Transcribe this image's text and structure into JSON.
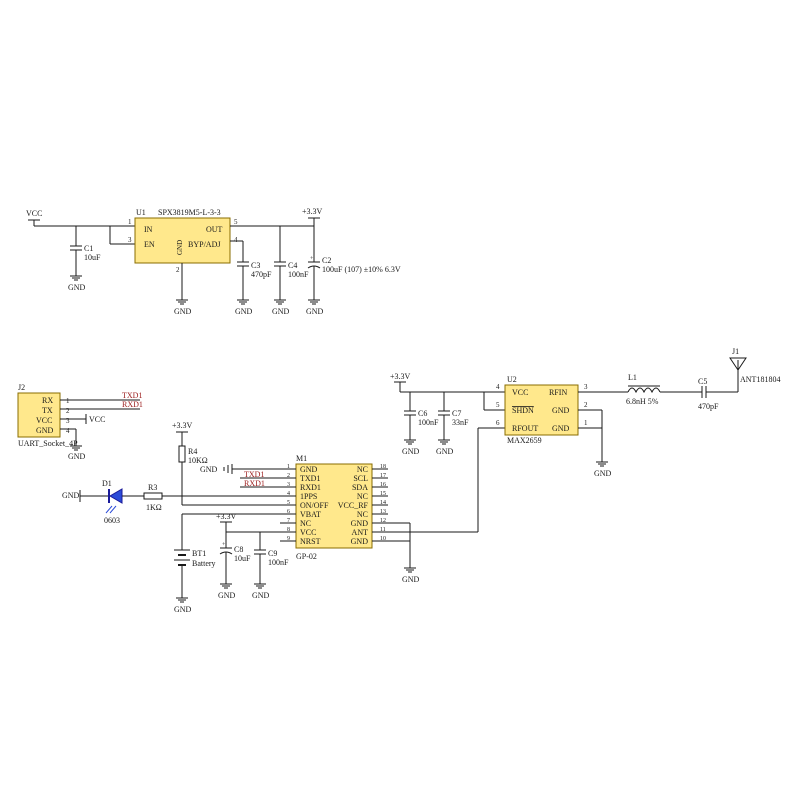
{
  "power": {
    "vcc": "VCC",
    "v33": "+3.3V",
    "gnd": "GND"
  },
  "u1": {
    "ref": "U1",
    "part": "SPX3819M5-L-3-3",
    "pins": {
      "in": "IN",
      "en": "EN",
      "out": "OUT",
      "byp": "BYP/ADJ",
      "gnd": "GND"
    },
    "nums": {
      "in": "1",
      "en": "3",
      "out": "5",
      "byp": "4",
      "gnd": "2"
    }
  },
  "c1": {
    "ref": "C1",
    "val": "10uF"
  },
  "c3": {
    "ref": "C3",
    "val": "470pF"
  },
  "c4": {
    "ref": "C4",
    "val": "100nF"
  },
  "c2": {
    "ref": "C2",
    "val": "100uF (107) ±10% 6.3V"
  },
  "j2": {
    "ref": "J2",
    "name": "UART_Socket_4P",
    "pins": [
      "RX",
      "TX",
      "VCC",
      "GND"
    ],
    "nums": [
      "1",
      "2",
      "3",
      "4"
    ],
    "nets": {
      "txd1": "TXD1",
      "rxd1": "RXD1",
      "vcc": "VCC",
      "gnd": "GND"
    }
  },
  "r4": {
    "ref": "R4",
    "val": "10KΩ"
  },
  "d1": {
    "ref": "D1",
    "val": "0603"
  },
  "r3": {
    "ref": "R3",
    "val": "1KΩ"
  },
  "bt1": {
    "ref": "BT1",
    "val": "Battery"
  },
  "c8": {
    "ref": "C8",
    "val": "10uF"
  },
  "c9": {
    "ref": "C9",
    "val": "100nF"
  },
  "m1": {
    "ref": "M1",
    "name": "GP-02",
    "left_pins": [
      "GND",
      "TXD1",
      "RXD1",
      "1PPS",
      "ON/OFF",
      "VBAT",
      "NC",
      "VCC",
      "NRST"
    ],
    "left_nums": [
      "1",
      "2",
      "3",
      "4",
      "5",
      "6",
      "7",
      "8",
      "9"
    ],
    "right_pins": [
      "NC",
      "SCL",
      "SDA",
      "NC",
      "VCC_RF",
      "NC",
      "GND",
      "ANT",
      "GND"
    ],
    "right_nums": [
      "18",
      "17",
      "16",
      "15",
      "14",
      "13",
      "12",
      "11",
      "10"
    ],
    "nets": {
      "txd1": "TXD1",
      "rxd1": "RXD1"
    }
  },
  "u2": {
    "ref": "U2",
    "name": "MAX2659",
    "left_pins": [
      "VCC",
      "SHDN",
      "RFOUT"
    ],
    "left_nums": [
      "4",
      "5",
      "6"
    ],
    "right_pins": [
      "RFIN",
      "GND",
      "GND"
    ],
    "right_nums": [
      "3",
      "2",
      "1"
    ]
  },
  "c6": {
    "ref": "C6",
    "val": "100nF"
  },
  "c7": {
    "ref": "C7",
    "val": "33nF"
  },
  "l1": {
    "ref": "L1",
    "val": "6.8nH 5%"
  },
  "c5": {
    "ref": "C5",
    "val": "470pF"
  },
  "j1": {
    "ref": "J1",
    "val": "ANT181804"
  },
  "colors": {
    "chip_fill": "#ffe88c",
    "chip_stroke": "#8a6d00",
    "net_label": "#9b1b1b",
    "led": "#2b4bd8"
  }
}
